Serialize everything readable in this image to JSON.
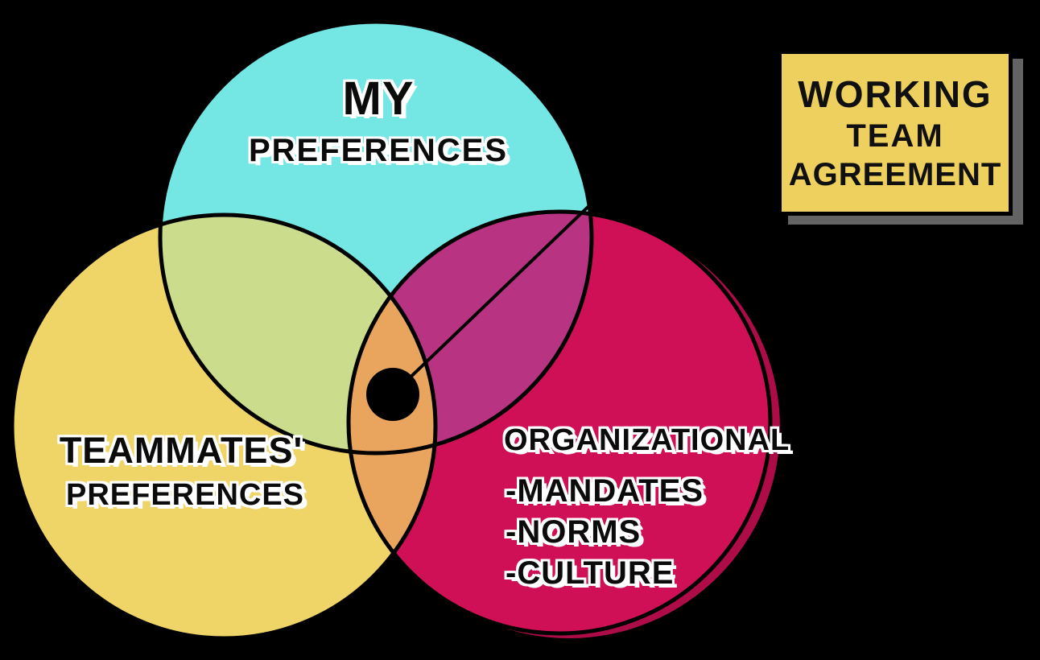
{
  "title": "Working Team Agreement Venn Diagram",
  "colors": {
    "background": "#000000",
    "cyan_circle": "#74e7e4",
    "yellow_circle": "#efd468",
    "magenta_circle": "#d01056",
    "magenta_shadow": "#ad0c49",
    "cyan_yellow_overlap": "#ccdc8d",
    "cyan_magenta_overlap": "#b83382",
    "yellow_magenta_overlap": "#e9a55e",
    "center_overlap": "#e9a55e",
    "outline": "#000000",
    "dot": "#000000",
    "note_bg": "#eed05e",
    "note_shadow": "#636363"
  },
  "circles": {
    "my": {
      "line1": "MY",
      "line2": "PREFERENCES"
    },
    "teammates": {
      "line1": "TEAMMATES'",
      "line2": "PREFERENCES"
    },
    "organizational": {
      "label": "ORGANIZATIONAL",
      "items": [
        "-MANDATES",
        "-NORMS",
        "-CULTURE"
      ]
    }
  },
  "note": {
    "line1": "WORKING",
    "line2": "TEAM",
    "line3": "AGREEMENT"
  }
}
